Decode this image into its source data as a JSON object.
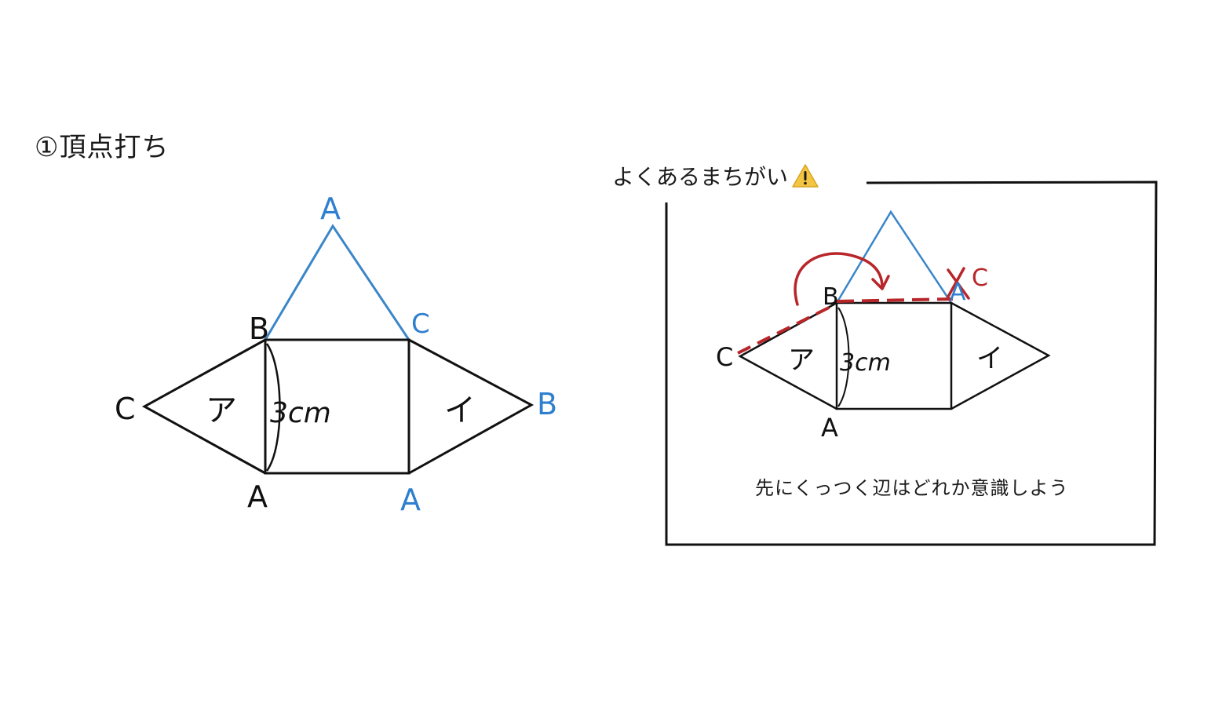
{
  "heading": "①頂点打ち",
  "left_figure": {
    "labels": {
      "apex_top": "A",
      "top_left_B": "B",
      "top_right_C": "C",
      "far_left_C": "C",
      "far_right_B": "B",
      "bottom_left_A": "A",
      "bottom_right_A": "A",
      "face_left": "ア",
      "face_right": "イ",
      "length": "3cm"
    },
    "colors": {
      "edge": "#111111",
      "blue_label": "#2f7fcf",
      "blue_edge": "#3a86c8"
    }
  },
  "mistake_box": {
    "title": "よくあるまちがい",
    "title_icon": "warning-icon",
    "caption": "先にくっつく辺はどれか意識しよう",
    "labels": {
      "top_left_B": "B",
      "top_right_A": "A",
      "wrong_mark_C": "C",
      "far_left_C": "C",
      "bottom_left_A": "A",
      "face_left": "ア",
      "face_right": "イ",
      "length": "3cm"
    },
    "colors": {
      "edge": "#111111",
      "blue_edge": "#3a86c8",
      "red_mark": "#b8262a",
      "warning_fill": "#f4c542"
    }
  }
}
